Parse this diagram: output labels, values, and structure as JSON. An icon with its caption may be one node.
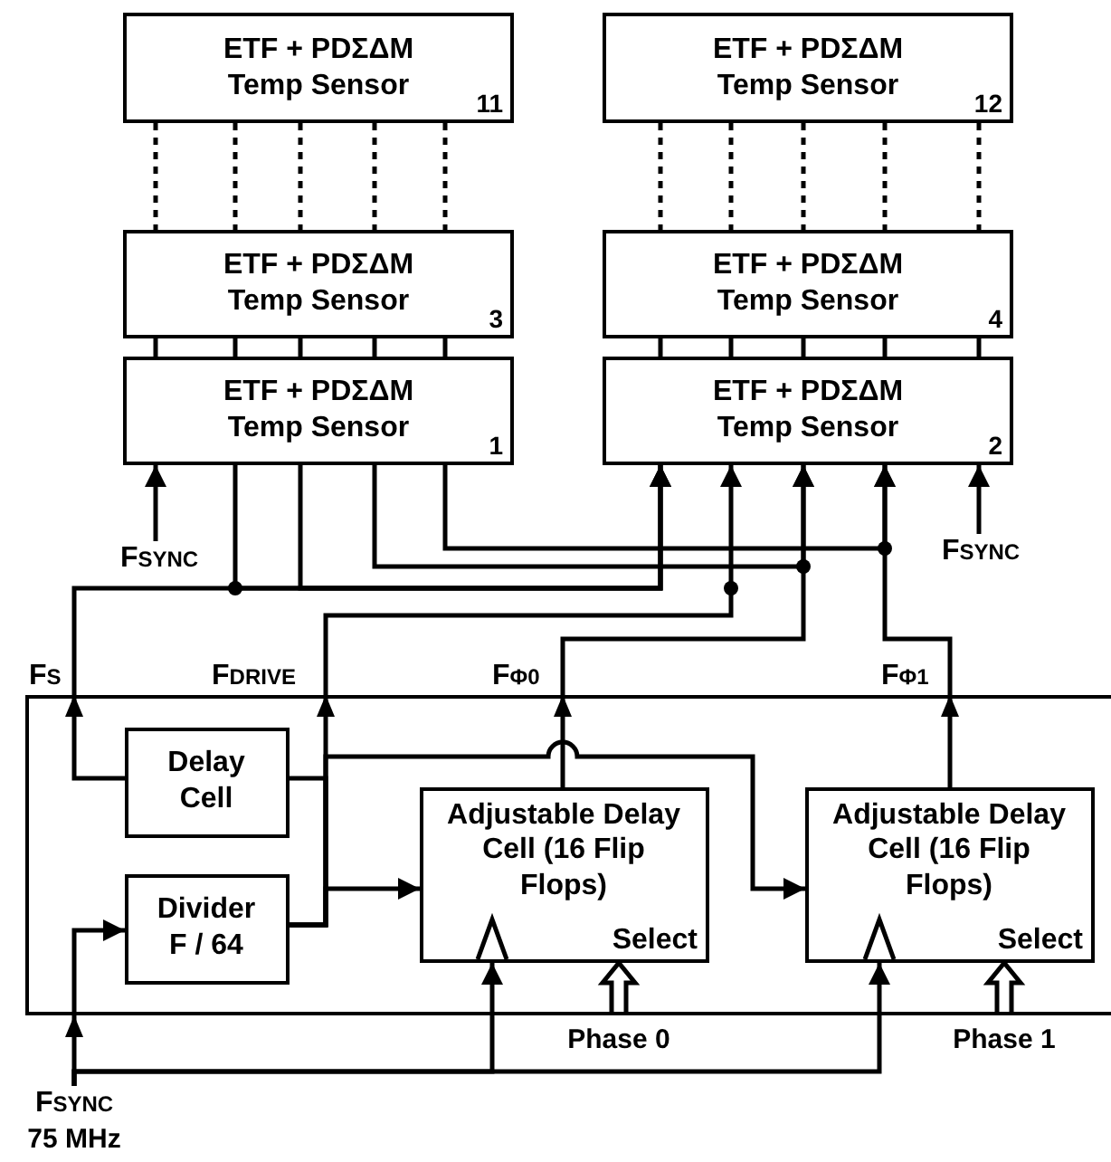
{
  "diagram": {
    "nodes": [
      {
        "text": [
          "ETF + PDΣΔM Temp Sensor",
          "11"
        ]
      },
      {
        "text": [
          "ETF + PDΣΔM Temp Sensor",
          "12"
        ]
      },
      {
        "text": [
          "ETF + PDΣΔM Temp Sensor",
          "3"
        ]
      },
      {
        "text": [
          "ETF + PDΣΔM Temp Sensor",
          "4"
        ]
      },
      {
        "text": [
          "ETF + PDΣΔM Temp Sensor",
          "1"
        ]
      },
      {
        "text": [
          "ETF + PDΣΔM Temp Sensor",
          "2"
        ]
      },
      {
        "text": [],
        "shape": "box"
      },
      {
        "text": [
          "Delay Cell"
        ],
        "in": 6
      },
      {
        "text": [
          "Divider F / 64"
        ],
        "in": 6
      },
      {
        "text": [
          "Adjustable Delay Cell (16 Flip Flops)",
          "Select"
        ],
        "in": 6
      },
      {
        "text": [
          "Adjustable Delay Cell (16 Flip Flops)",
          "Select"
        ],
        "in": 6
      },
      {
        "text": [
          "FSYNC"
        ]
      },
      {
        "text": [
          "FSYNC"
        ]
      },
      {
        "text": [
          "FSYNC",
          "75 MHz"
        ]
      }
    ],
    "edges": [
      {
        "from": 0,
        "to": 2,
        "arrow": "none",
        "style": "dashed"
      },
      {
        "from": 0,
        "to": 2,
        "arrow": "none",
        "style": "dashed"
      },
      {
        "from": 0,
        "to": 2,
        "arrow": "none",
        "style": "dashed"
      },
      {
        "from": 0,
        "to": 2,
        "arrow": "none",
        "style": "dashed"
      },
      {
        "from": 0,
        "to": 2,
        "arrow": "none",
        "style": "dashed"
      },
      {
        "from": 1,
        "to": 3,
        "arrow": "none",
        "style": "dashed"
      },
      {
        "from": 1,
        "to": 3,
        "arrow": "none",
        "style": "dashed"
      },
      {
        "from": 1,
        "to": 3,
        "arrow": "none",
        "style": "dashed"
      },
      {
        "from": 1,
        "to": 3,
        "arrow": "none",
        "style": "dashed"
      },
      {
        "from": 1,
        "to": 3,
        "arrow": "none",
        "style": "dashed"
      },
      {
        "from": 2,
        "to": 4,
        "arrow": "none"
      },
      {
        "from": 2,
        "to": 4,
        "arrow": "none"
      },
      {
        "from": 2,
        "to": 4,
        "arrow": "none"
      },
      {
        "from": 2,
        "to": 4,
        "arrow": "none"
      },
      {
        "from": 2,
        "to": 4,
        "arrow": "none"
      },
      {
        "from": 3,
        "to": 5,
        "arrow": "none"
      },
      {
        "from": 3,
        "to": 5,
        "arrow": "none"
      },
      {
        "from": 3,
        "to": 5,
        "arrow": "none"
      },
      {
        "from": 3,
        "to": 5,
        "arrow": "none"
      },
      {
        "from": 3,
        "to": 5,
        "arrow": "none"
      },
      {
        "from": 11,
        "to": 4,
        "arrow": "to"
      },
      {
        "from": 12,
        "to": 5,
        "arrow": "to"
      },
      {
        "from": 7,
        "to": 5,
        "arrow": "to"
      },
      {
        "from": 4,
        "to": 5,
        "arrow": "to"
      },
      {
        "from": 4,
        "to": 5,
        "arrow": "to"
      },
      {
        "from": 8,
        "to": 5,
        "arrow": "to"
      },
      {
        "from": 9,
        "to": 5,
        "arrow": "to"
      },
      {
        "from": 4,
        "to": 5,
        "arrow": "to"
      },
      {
        "from": 10,
        "to": 5,
        "arrow": "to"
      },
      {
        "from": 4,
        "to": 5,
        "arrow": "to"
      },
      {
        "from": 8,
        "to": 7,
        "arrow": "none"
      },
      {
        "from": 8,
        "to": 9,
        "arrow": "to"
      },
      {
        "from": 8,
        "to": 10,
        "arrow": "to"
      },
      {
        "from": 13,
        "to": 8,
        "arrow": "to"
      },
      {
        "from": 13,
        "to": 9,
        "arrow": "to"
      },
      {
        "from": 13,
        "to": 10,
        "arrow": "to"
      },
      {
        "from": null,
        "to": 9,
        "arrow": "to",
        "style": "thick",
        "label": "Phase 0"
      },
      {
        "from": null,
        "to": 10,
        "arrow": "to",
        "style": "thick",
        "label": "Phase 1"
      }
    ],
    "labels": [
      "FS",
      "FDRIVE",
      "FΦ0",
      "FΦ1"
    ]
  }
}
